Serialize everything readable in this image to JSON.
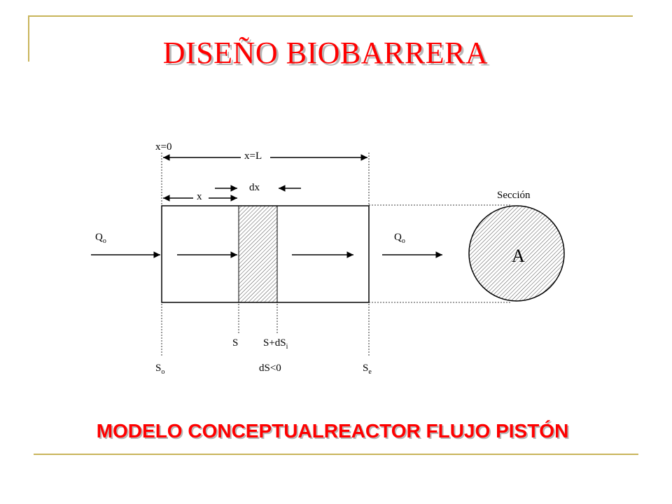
{
  "slide": {
    "title": "DISEÑO BIOBARRERA",
    "subtitle": "MODELO CONCEPTUALREACTOR FLUJO PISTÓN"
  },
  "diagram": {
    "x_zero": "x=0",
    "x_length": "x=L",
    "x": "x",
    "dx": "dx",
    "flow_in": {
      "main": "Q",
      "sub": "o"
    },
    "flow_out": {
      "main": "Q",
      "sub": "o"
    },
    "section": "Sección",
    "area": "A",
    "s": "S",
    "s_ds": {
      "main": "S+dS",
      "sub": "i"
    },
    "s_in": {
      "main": "S",
      "sub": "o"
    },
    "ds_neg": "dS<0",
    "s_out": {
      "main": "S",
      "sub": "e"
    }
  },
  "colors": {
    "accent": "#ff0000",
    "rule": "#c8b45a",
    "shadow": "#b8b8b8"
  }
}
